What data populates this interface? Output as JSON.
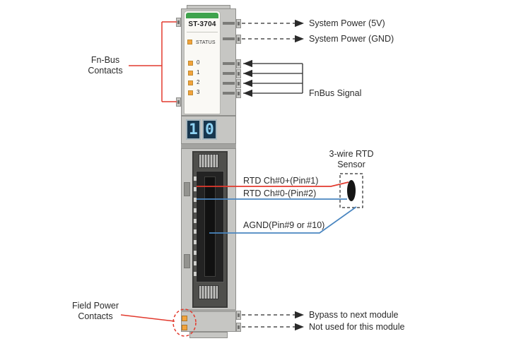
{
  "module": {
    "model": "ST-3704",
    "status_label": "STATUS",
    "channels": [
      "0",
      "1",
      "2",
      "3"
    ],
    "digits": [
      "1",
      "0"
    ]
  },
  "callouts": {
    "fnbus_contacts": {
      "line1": "Fn-Bus",
      "line2": "Contacts"
    },
    "system_power_5v": "System Power (5V)",
    "system_power_gnd": "System Power (GND)",
    "fnbus_signal": "FnBus Signal",
    "rtd_sensor": {
      "line1": "3-wire RTD",
      "line2": "Sensor"
    },
    "rtd_ch0_plus": "RTD Ch#0+(Pin#1)",
    "rtd_ch0_minus": "RTD Ch#0-(Pin#2)",
    "agnd": "AGND(Pin#9 or #10)",
    "field_power": {
      "line1": "Field Power",
      "line2": "Contacts"
    },
    "bypass": "Bypass to next module",
    "not_used": "Not used for this module"
  },
  "colors": {
    "wire_red": "#e23a2e",
    "wire_blue": "#4a86c0",
    "led_orange": "#f2a33c",
    "header_green": "#3fa34d",
    "digit_bg": "#17374f",
    "digit_fg": "#8fd3f4",
    "annotation": "#2b2b2b",
    "module_gray": "#c6c6c3",
    "connector_dark": "#4f4f4c"
  }
}
